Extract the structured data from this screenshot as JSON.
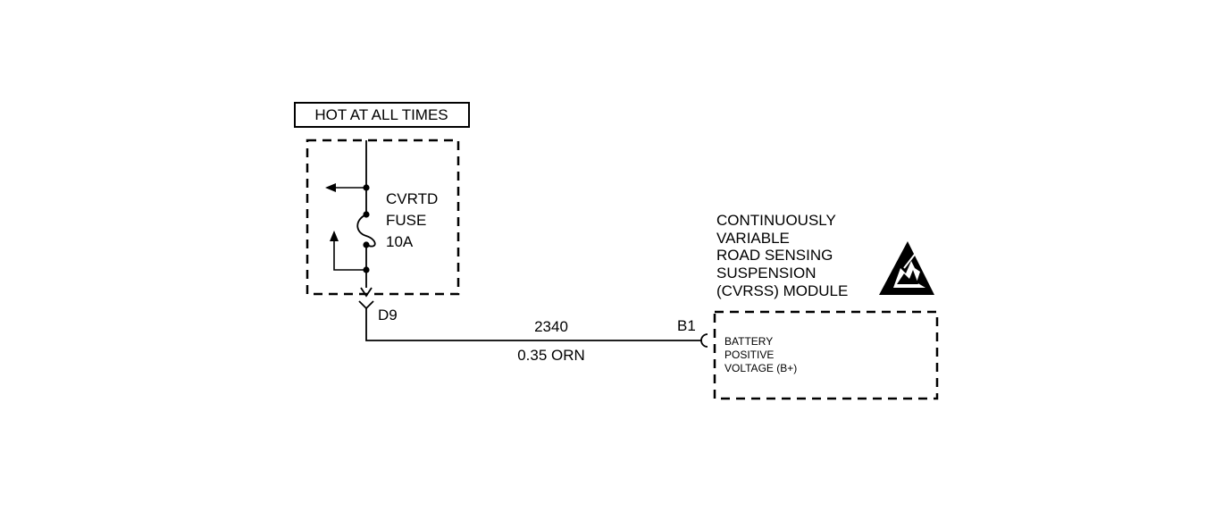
{
  "power_label": "HOT AT ALL TIMES",
  "fuse": {
    "name": "CVRTD",
    "type": "FUSE",
    "rating": "10A"
  },
  "connector_fuse_side": "D9",
  "wire": {
    "circuit": "2340",
    "spec": "0.35 ORN"
  },
  "connector_module_side": "B1",
  "module": {
    "title_lines": [
      "CONTINUOUSLY",
      "VARIABLE",
      "ROAD SENSING",
      "SUSPENSION",
      "(CVRSS) MODULE"
    ],
    "pin_label_lines": [
      "BATTERY",
      "POSITIVE",
      "VOLTAGE (B+)"
    ],
    "esd_icon": "esd-sensitive-icon"
  },
  "colors": {
    "ink": "#000000",
    "background": "#ffffff"
  }
}
